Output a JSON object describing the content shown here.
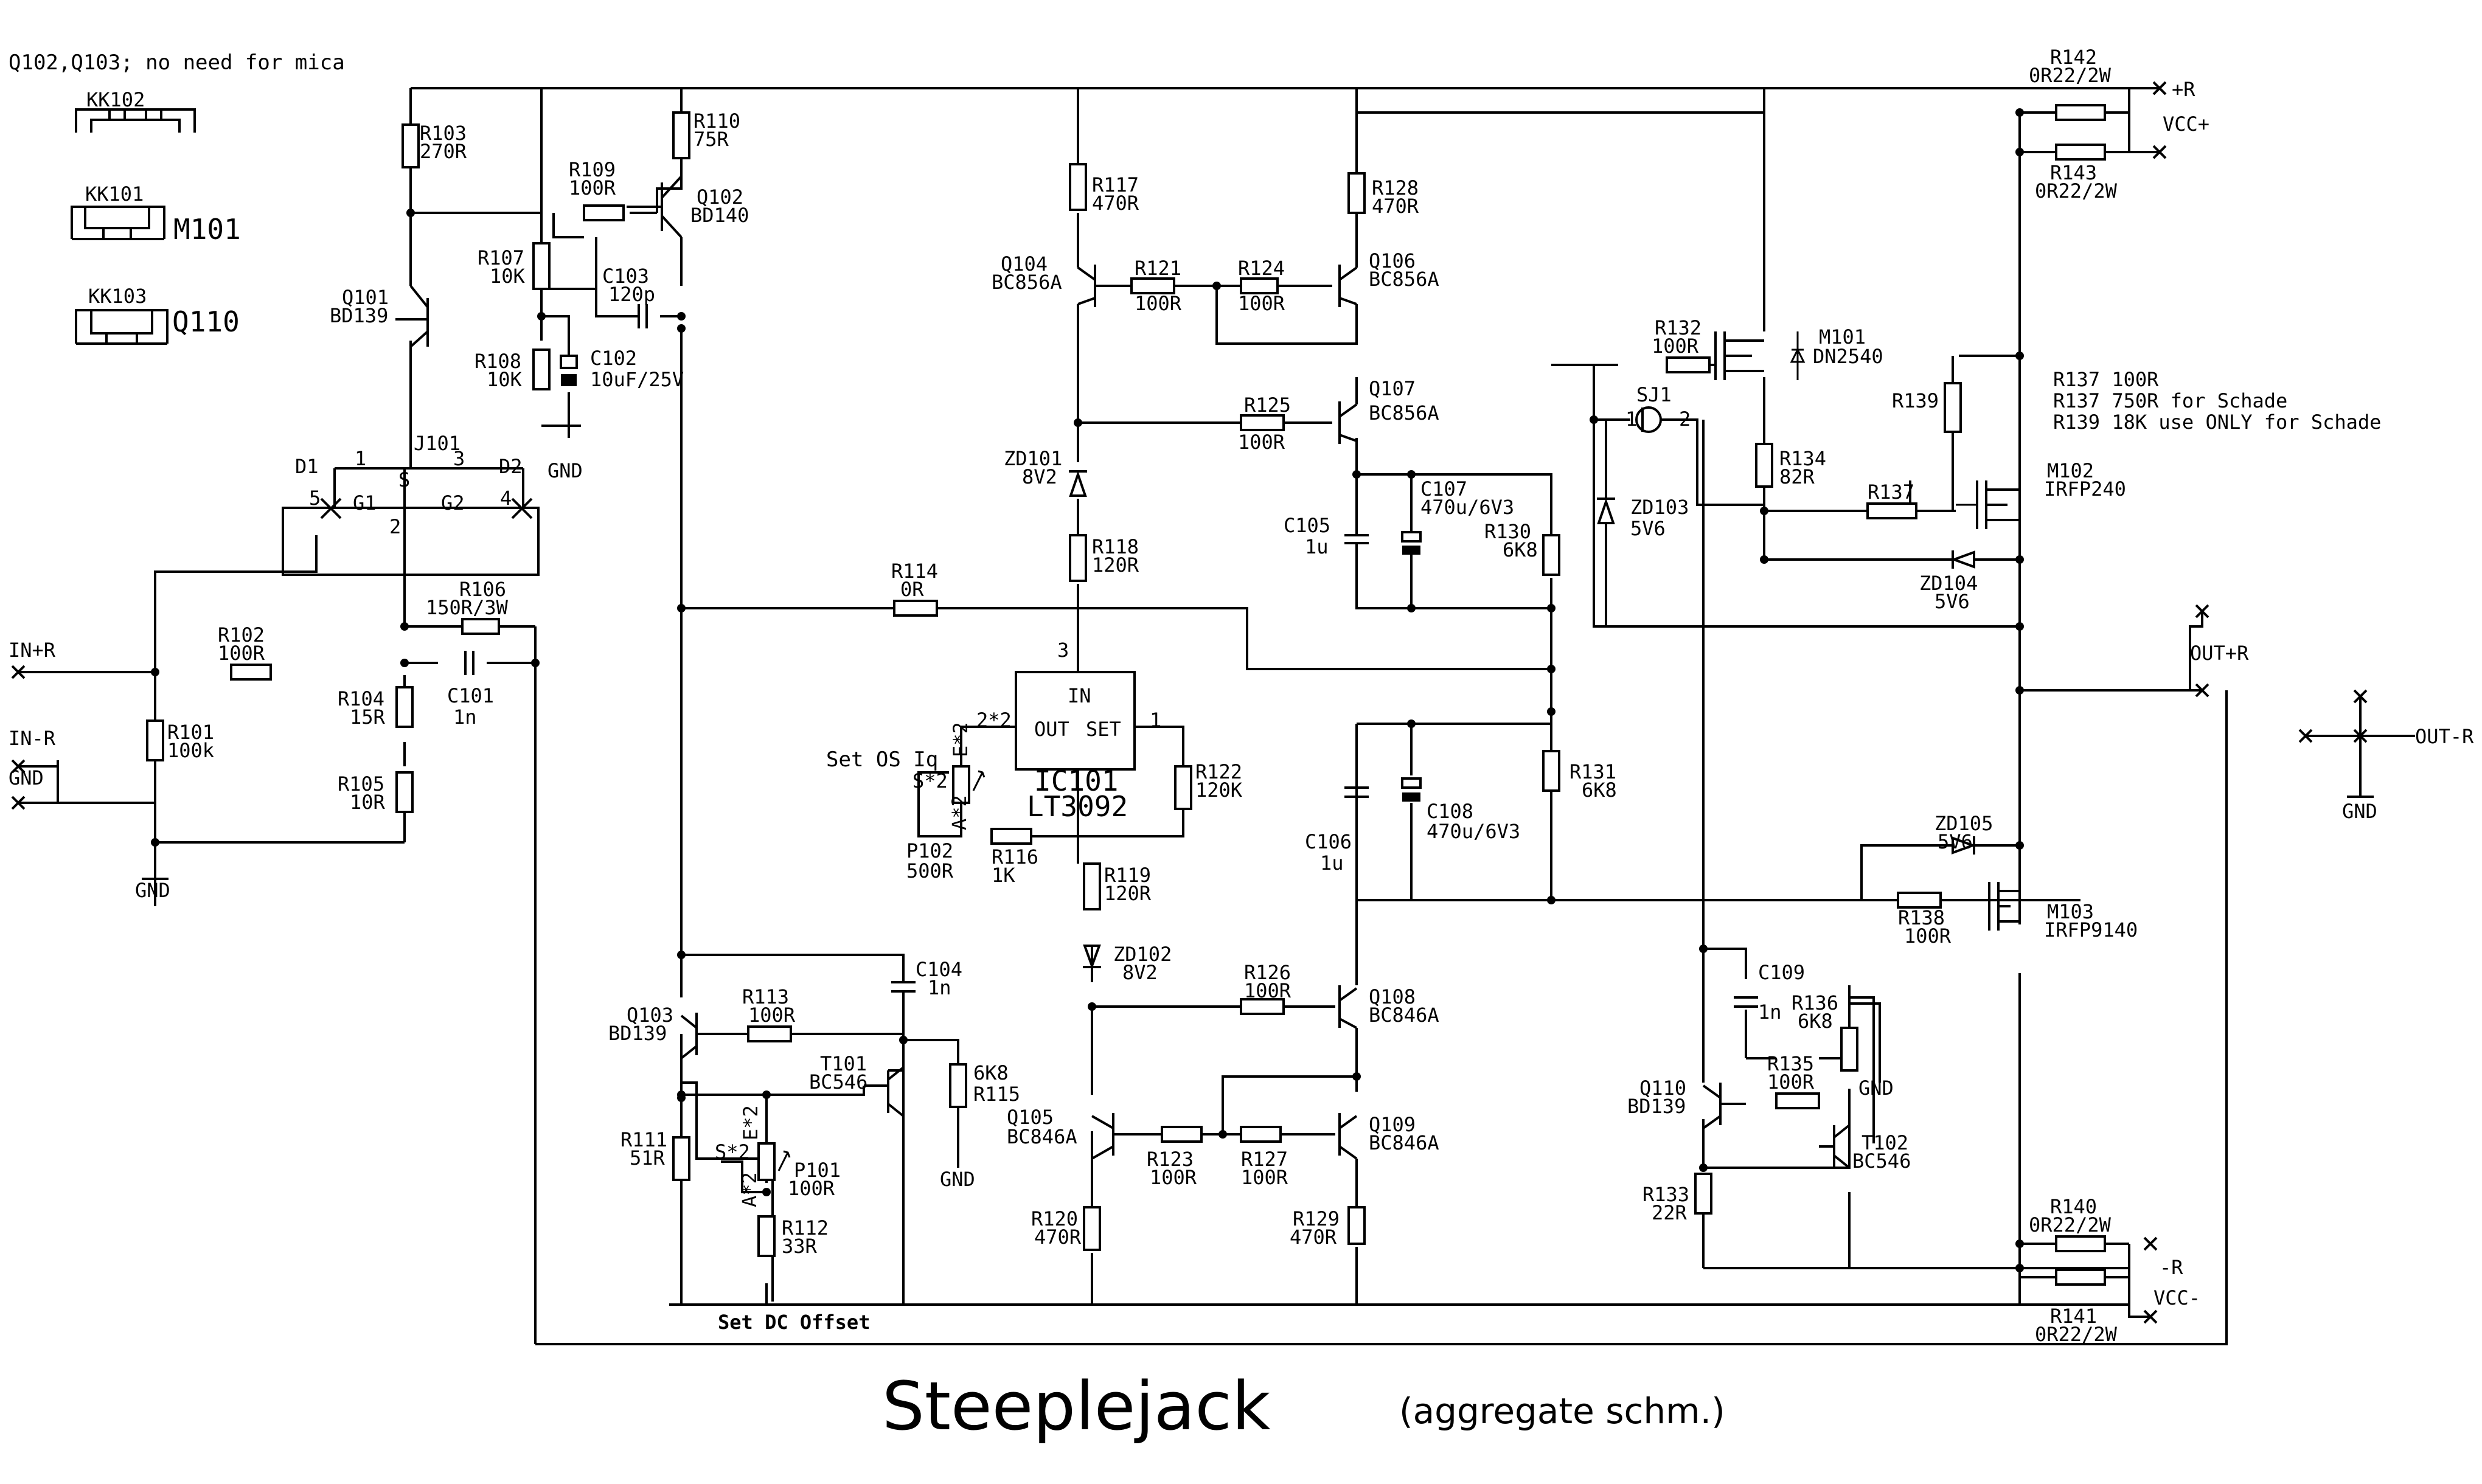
{
  "title": "Steeplejack",
  "subtitle": "(aggregate schm.)",
  "note_top": "Q102,Q103; no need for mica",
  "heatsinks": [
    {
      "id": "hs-kk102",
      "label": "KK102",
      "target": ""
    },
    {
      "id": "hs-kk101",
      "label": "KK101",
      "target": "M101"
    },
    {
      "id": "hs-kk103",
      "label": "KK103",
      "target": "Q110"
    }
  ],
  "notes_right": [
    "R137 100R",
    "R137 750R for Schade",
    "R139 18K use ONLY for Schade"
  ],
  "footer_label": "Set DC Offset",
  "ports": {
    "in_plus": "IN+R",
    "in_minus": "IN-R",
    "gnd_in": "GND",
    "vcc_plus_r": "+R",
    "vcc_plus": "VCC+",
    "vcc_minus_r": "-R",
    "vcc_minus": "VCC-",
    "out_plus": "OUT+R",
    "out_minus": "OUT-R",
    "gnd_out": "GND"
  },
  "gnd": "GND",
  "ic": {
    "name": "IC101",
    "part": "LT3092",
    "pin_in": "IN",
    "pin_out": "OUT",
    "pin_set": "SET",
    "pin3": "3",
    "pin1": "1",
    "pin2": "2*2"
  },
  "jfet": {
    "name": "J101",
    "d1": "D1",
    "d2": "D2",
    "g1": "G1",
    "g2": "G2",
    "s": "S",
    "p1": "1",
    "p2": "2",
    "p3": "3",
    "p4": "4",
    "p5": "5"
  },
  "sj": {
    "name": "SJ1",
    "p1": "1",
    "p2": "2"
  },
  "set_os": "Set OS Iq",
  "pot": {
    "s": "S*2",
    "e": "E*2",
    "a": "A*2"
  },
  "components": {
    "R101": {
      "n": "R101",
      "v": "100k"
    },
    "R102": {
      "n": "R102",
      "v": "100R"
    },
    "R103": {
      "n": "R103",
      "v": "270R"
    },
    "R104": {
      "n": "R104",
      "v": "15R"
    },
    "R105": {
      "n": "R105",
      "v": "10R"
    },
    "R106": {
      "n": "R106",
      "v": "150R/3W"
    },
    "R107": {
      "n": "R107",
      "v": "10K"
    },
    "R108": {
      "n": "R108",
      "v": "10K"
    },
    "R109": {
      "n": "R109",
      "v": "100R"
    },
    "R110": {
      "n": "R110",
      "v": "75R"
    },
    "R111": {
      "n": "R111",
      "v": "51R"
    },
    "R112": {
      "n": "R112",
      "v": "33R"
    },
    "R113": {
      "n": "R113",
      "v": "100R"
    },
    "R114": {
      "n": "R114",
      "v": "0R"
    },
    "R115": {
      "n": "R115",
      "v": "6K8"
    },
    "R116": {
      "n": "R116",
      "v": "1K"
    },
    "R117": {
      "n": "R117",
      "v": "470R"
    },
    "R118": {
      "n": "R118",
      "v": "120R"
    },
    "R119": {
      "n": "R119",
      "v": "120R"
    },
    "R120": {
      "n": "R120",
      "v": "470R"
    },
    "R121": {
      "n": "R121",
      "v": "100R"
    },
    "R122": {
      "n": "R122",
      "v": "120K"
    },
    "R123": {
      "n": "R123",
      "v": "100R"
    },
    "R124": {
      "n": "R124",
      "v": "100R"
    },
    "R125": {
      "n": "R125",
      "v": "100R"
    },
    "R126": {
      "n": "R126",
      "v": "100R"
    },
    "R127": {
      "n": "R127",
      "v": "100R"
    },
    "R128": {
      "n": "R128",
      "v": "470R"
    },
    "R129": {
      "n": "R129",
      "v": "470R"
    },
    "R130": {
      "n": "R130",
      "v": "6K8"
    },
    "R131": {
      "n": "R131",
      "v": "6K8"
    },
    "R132": {
      "n": "R132",
      "v": "100R"
    },
    "R133": {
      "n": "R133",
      "v": "22R"
    },
    "R134": {
      "n": "R134",
      "v": "82R"
    },
    "R135": {
      "n": "R135",
      "v": "100R"
    },
    "R136": {
      "n": "R136",
      "v": "6K8"
    },
    "R137": {
      "n": "R137",
      "v": ""
    },
    "R138": {
      "n": "R138",
      "v": "100R"
    },
    "R139": {
      "n": "R139",
      "v": ""
    },
    "R140": {
      "n": "R140",
      "v": "0R22/2W"
    },
    "R141": {
      "n": "R141",
      "v": "0R22/2W"
    },
    "R142": {
      "n": "R142",
      "v": "0R22/2W"
    },
    "R143": {
      "n": "R143",
      "v": "0R22/2W"
    },
    "C101": {
      "n": "C101",
      "v": "1n"
    },
    "C102": {
      "n": "C102",
      "v": "10uF/25V"
    },
    "C103": {
      "n": "C103",
      "v": "120p"
    },
    "C104": {
      "n": "C104",
      "v": "1n"
    },
    "C105": {
      "n": "C105",
      "v": "1u"
    },
    "C106": {
      "n": "C106",
      "v": "1u"
    },
    "C107": {
      "n": "C107",
      "v": "470u/6V3"
    },
    "C108": {
      "n": "C108",
      "v": "470u/6V3"
    },
    "C109": {
      "n": "C109",
      "v": "1n"
    },
    "Q101": {
      "n": "Q101",
      "v": "BD139"
    },
    "Q102": {
      "n": "Q102",
      "v": "BD140"
    },
    "Q103": {
      "n": "Q103",
      "v": "BD139"
    },
    "Q104": {
      "n": "Q104",
      "v": "BC856A"
    },
    "Q105": {
      "n": "Q105",
      "v": "BC846A"
    },
    "Q106": {
      "n": "Q106",
      "v": "BC856A"
    },
    "Q107": {
      "n": "Q107",
      "v": "BC856A"
    },
    "Q108": {
      "n": "Q108",
      "v": "BC846A"
    },
    "Q109": {
      "n": "Q109",
      "v": "BC846A"
    },
    "Q110": {
      "n": "Q110",
      "v": "BD139"
    },
    "T101": {
      "n": "T101",
      "v": "BC546"
    },
    "T102": {
      "n": "T102",
      "v": "BC546"
    },
    "M101": {
      "n": "M101",
      "v": "DN2540"
    },
    "M102": {
      "n": "M102",
      "v": "IRFP240"
    },
    "M103": {
      "n": "M103",
      "v": "IRFP9140"
    },
    "ZD101": {
      "n": "ZD101",
      "v": "8V2"
    },
    "ZD102": {
      "n": "ZD102",
      "v": "8V2"
    },
    "ZD103": {
      "n": "ZD103",
      "v": "5V6"
    },
    "ZD104": {
      "n": "ZD104",
      "v": "5V6"
    },
    "ZD105": {
      "n": "ZD105",
      "v": "5V6"
    },
    "P101": {
      "n": "P101",
      "v": "100R"
    },
    "P102": {
      "n": "P102",
      "v": "500R"
    }
  }
}
